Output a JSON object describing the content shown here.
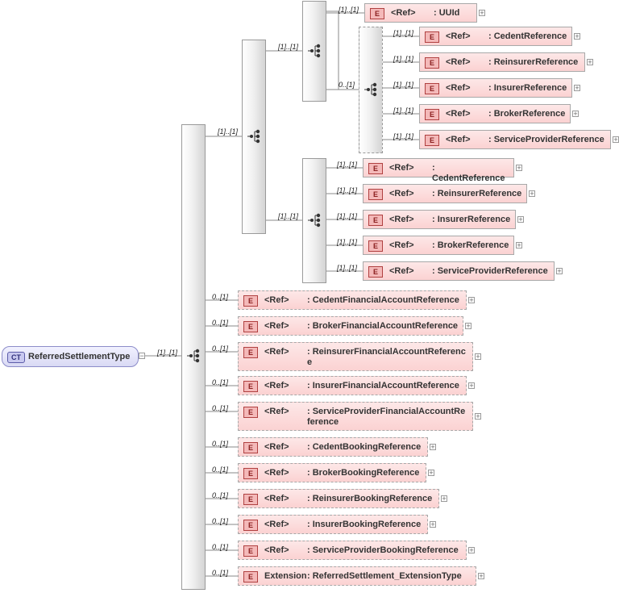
{
  "root": {
    "badge": "CT",
    "name": "ReferredSettlementType",
    "collapse": "−",
    "cardinality": "[1]..[1]"
  },
  "sequences": [
    {
      "id": "main",
      "card": ""
    },
    {
      "id": "choice_wrap",
      "card": "[1]..[1]"
    },
    {
      "id": "seq_a",
      "card": "[1]..[1]"
    },
    {
      "id": "seq_a_inner",
      "card": "0..[1]"
    },
    {
      "id": "seq_b",
      "card": "[1]..[1]"
    }
  ],
  "elements": [
    {
      "id": "uuid",
      "badge": "E",
      "ref": "<Ref>",
      "name": ": UUId",
      "card": "[1]..[1]"
    },
    {
      "id": "a_cedent",
      "badge": "E",
      "ref": "<Ref>",
      "name": ": CedentReference",
      "card": "[1]..[1]"
    },
    {
      "id": "a_reinsurer",
      "badge": "E",
      "ref": "<Ref>",
      "name": ": ReinsurerReference",
      "card": "[1]..[1]"
    },
    {
      "id": "a_insurer",
      "badge": "E",
      "ref": "<Ref>",
      "name": ": InsurerReference",
      "card": "[1]..[1]"
    },
    {
      "id": "a_broker",
      "badge": "E",
      "ref": "<Ref>",
      "name": ": BrokerReference",
      "card": "[1]..[1]"
    },
    {
      "id": "a_sp",
      "badge": "E",
      "ref": "<Ref>",
      "name": ": ServiceProviderReference",
      "card": "[1]..[1]"
    },
    {
      "id": "b_cedent",
      "badge": "E",
      "ref": "<Ref>",
      "name": ": CedentReference",
      "card": "[1]..[1]"
    },
    {
      "id": "b_reinsurer",
      "badge": "E",
      "ref": "<Ref>",
      "name": ": ReinsurerReference",
      "card": "[1]..[1]"
    },
    {
      "id": "b_insurer",
      "badge": "E",
      "ref": "<Ref>",
      "name": ": InsurerReference",
      "card": "[1]..[1]"
    },
    {
      "id": "b_broker",
      "badge": "E",
      "ref": "<Ref>",
      "name": ": BrokerReference",
      "card": "[1]..[1]"
    },
    {
      "id": "b_sp",
      "badge": "E",
      "ref": "<Ref>",
      "name": ": ServiceProviderReference",
      "card": "[1]..[1]"
    },
    {
      "id": "cfa",
      "badge": "E",
      "ref": "<Ref>",
      "name": ": CedentFinancialAccountReference",
      "card": "0..[1]"
    },
    {
      "id": "bfa",
      "badge": "E",
      "ref": "<Ref>",
      "name": ": BrokerFinancialAccountReference",
      "card": "0..[1]"
    },
    {
      "id": "rfa",
      "badge": "E",
      "ref": "<Ref>",
      "name": ": ReinsurerFinancialAccountReferenc e",
      "card": "0..[1]"
    },
    {
      "id": "ifa",
      "badge": "E",
      "ref": "<Ref>",
      "name": ": InsurerFinancialAccountReference",
      "card": "0..[1]"
    },
    {
      "id": "spfa",
      "badge": "E",
      "ref": "<Ref>",
      "name": ": ServiceProviderFinancialAccountRe ference",
      "card": "0..[1]"
    },
    {
      "id": "cbr",
      "badge": "E",
      "ref": "<Ref>",
      "name": ": CedentBookingReference",
      "card": "0..[1]"
    },
    {
      "id": "bbr",
      "badge": "E",
      "ref": "<Ref>",
      "name": ": BrokerBookingReference",
      "card": "0..[1]"
    },
    {
      "id": "rbr",
      "badge": "E",
      "ref": "<Ref>",
      "name": ": ReinsurerBookingReference",
      "card": "0..[1]"
    },
    {
      "id": "ibr",
      "badge": "E",
      "ref": "<Ref>",
      "name": ": InsurerBookingReference",
      "card": "0..[1]"
    },
    {
      "id": "spbr",
      "badge": "E",
      "ref": "<Ref>",
      "name": ": ServiceProviderBookingReference",
      "card": "0..[1]"
    },
    {
      "id": "ext",
      "badge": "E",
      "ref": "Extension",
      "name": ": ReferredSettlement_ExtensionType",
      "card": "0..[1]"
    }
  ],
  "expand_glyph": "+"
}
